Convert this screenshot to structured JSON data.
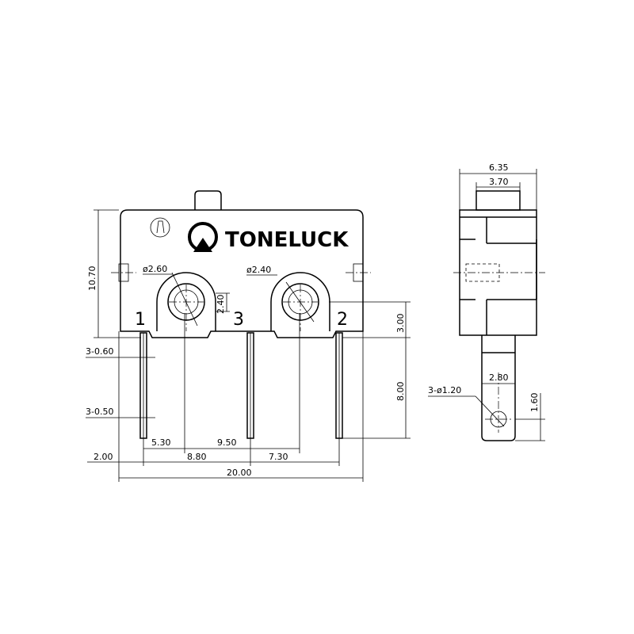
{
  "brand": {
    "name": "TONELUCK"
  },
  "pins": {
    "p1": "1",
    "p2": "2",
    "p3": "3"
  },
  "front_view": {
    "hole_large": "ø2.60",
    "hole_small": "ø2.40",
    "hole_offset": "2.40",
    "height": "10.70",
    "pin_top_offset": "3.00",
    "pin_length": "8.00",
    "pin_thickness_a": "3-0.60",
    "pin_thickness_b": "3-0.50",
    "spacing_530": "5.30",
    "spacing_950": "9.50",
    "spacing_200": "2.00",
    "spacing_880": "8.80",
    "spacing_730": "7.30",
    "overall_width": "20.00"
  },
  "side_view": {
    "width": "6.35",
    "actuator_width": "3.70",
    "terminal_width": "2.80",
    "terminal_hole": "3-ø1.20",
    "hole_offset": "1.60"
  },
  "colors": {
    "line": "#000000",
    "background": "#ffffff"
  }
}
